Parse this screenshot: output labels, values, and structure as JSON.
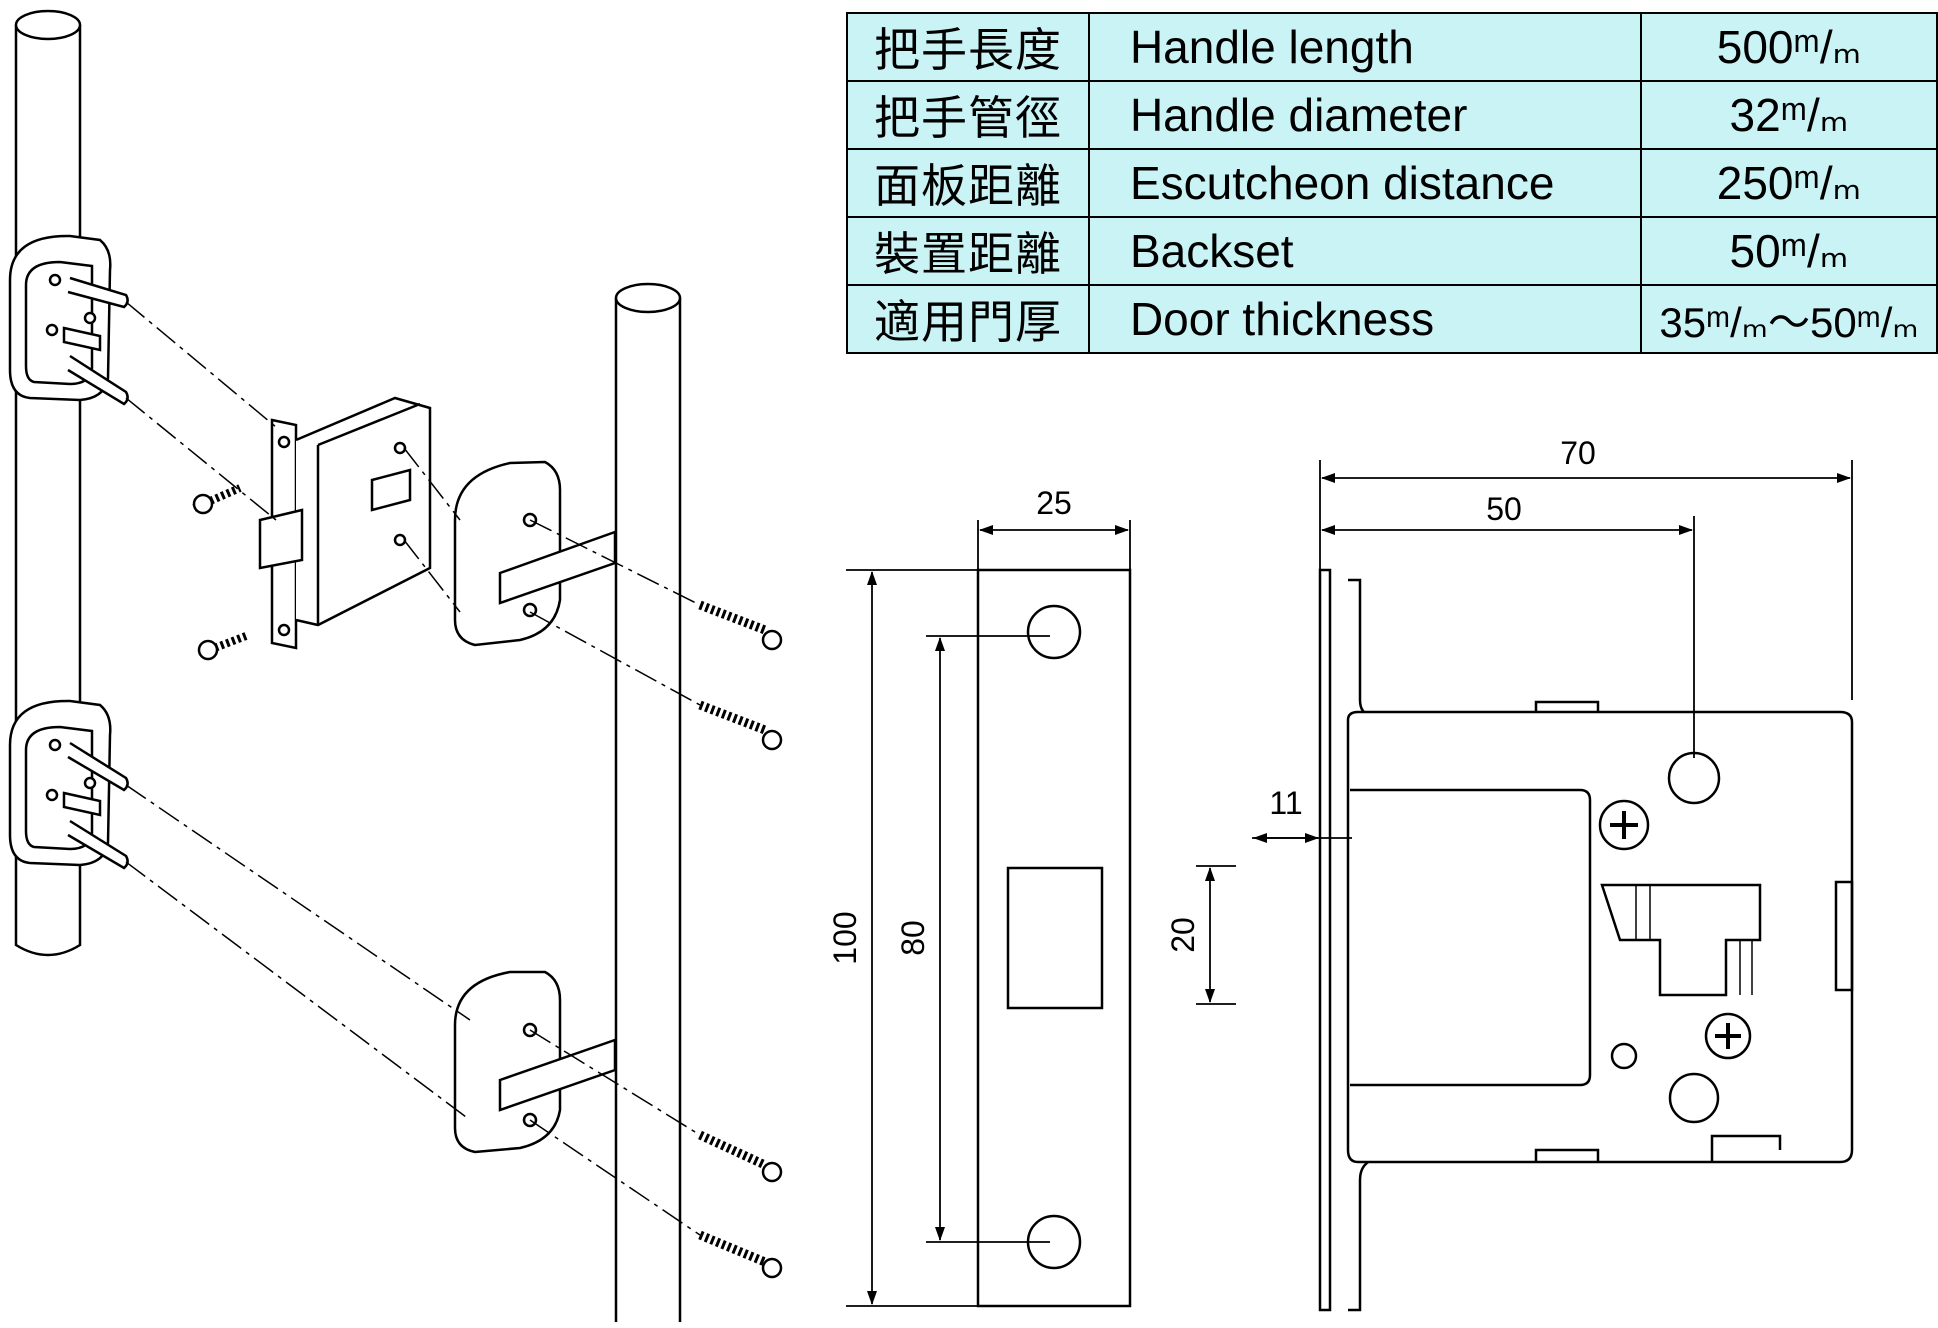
{
  "spec_table": {
    "rows": [
      {
        "zh": "把手長度",
        "en": "Handle length",
        "value": "500ᵐ/ₘ"
      },
      {
        "zh": "把手管徑",
        "en": "Handle diameter",
        "value": "32ᵐ/ₘ"
      },
      {
        "zh": "面板距離",
        "en": "Escutcheon distance",
        "value": "250ᵐ/ₘ"
      },
      {
        "zh": "裝置距離",
        "en": "Backset",
        "value": "50ᵐ/ₘ"
      },
      {
        "zh": "適用門厚",
        "en": "Door thickness",
        "value": "35ᵐ/ₘ～50ᵐ/ₘ"
      }
    ]
  },
  "dimensions": {
    "faceplate_width": "25",
    "faceplate_height": "100",
    "hole_spacing": "80",
    "overall_depth": "70",
    "backset": "50",
    "latch_projection": "11",
    "latch_height": "20"
  },
  "colors": {
    "table_fill": "#c9f3f5",
    "line": "#000000"
  }
}
